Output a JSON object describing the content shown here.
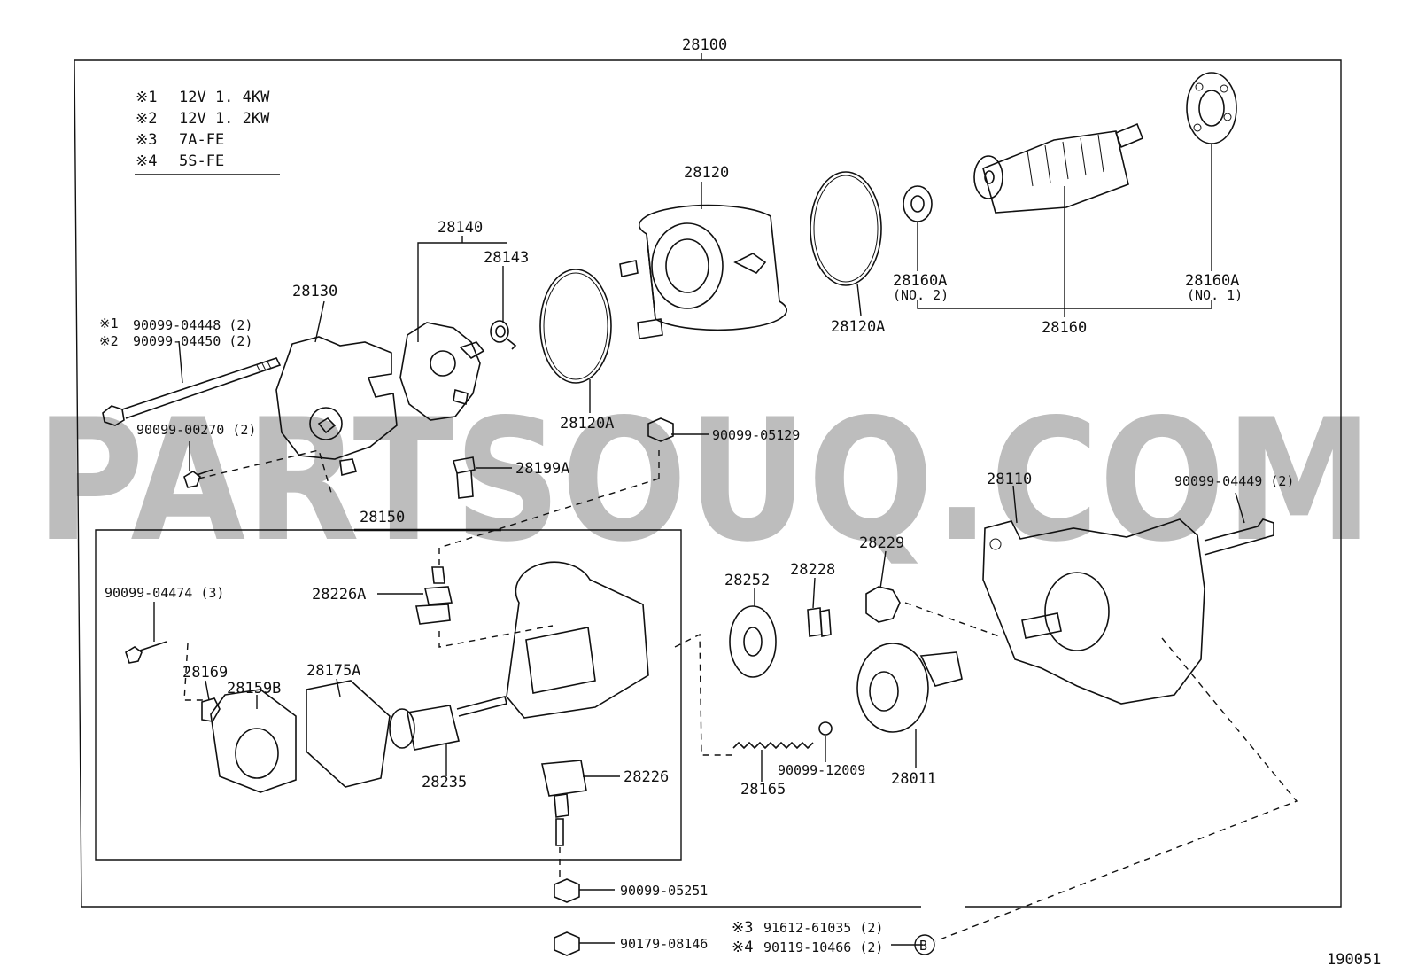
{
  "title": "28100",
  "code": "190051",
  "watermark": "PARTSOUQ.COM",
  "legend": [
    {
      "mark": "※1",
      "text": "12V 1. 4KW"
    },
    {
      "mark": "※2",
      "text": "12V 1. 2KW"
    },
    {
      "mark": "※3",
      "text": "7A-FE"
    },
    {
      "mark": "※4",
      "text": "5S-FE"
    }
  ],
  "labels": {
    "p28120": "28120",
    "p28140": "28140",
    "p28143": "28143",
    "p28130": "28130",
    "p28120A_top": "28120A",
    "p28120A_bot": "28120A",
    "p28160A_no2": "28160A",
    "no2": "(NO. 2)",
    "p28160A_no1": "28160A",
    "no1": "(NO. 1)",
    "p28160": "28160",
    "bolt_448_mark": "※1",
    "bolt_448": "90099-04448 (2)",
    "bolt_450_mark": "※2",
    "bolt_450": "90099-04450 (2)",
    "screw_270": "90099-00270 (2)",
    "p28199A": "28199A",
    "nut_129": "90099-05129",
    "p28150": "28150",
    "p28110": "28110",
    "bolt_449": "90099-04449 (2)",
    "p28229": "28229",
    "p28228": "28228",
    "p28252": "28252",
    "p28226A": "28226A",
    "screw_474": "90099-04474 (3)",
    "p28169": "28169",
    "p28159B": "28159B",
    "p28175A": "28175A",
    "p28235": "28235",
    "p28226": "28226",
    "p28165": "28165",
    "ball_009": "90099-12009",
    "p28011": "28011",
    "nut_251": "90099-05251",
    "nut_146": "90179-08146",
    "bolt_035_mark": "※3",
    "bolt_035": "91612-61035 (2)",
    "bolt_466_mark": "※4",
    "bolt_466": "90119-10466 (2)",
    "ref_b": "B"
  }
}
